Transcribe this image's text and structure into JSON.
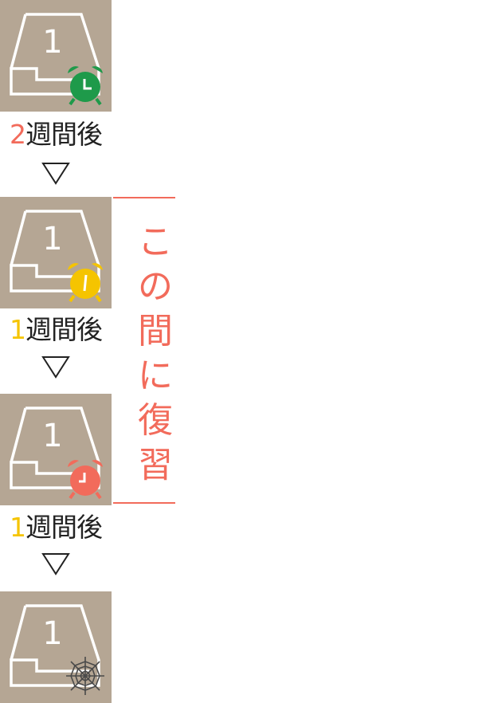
{
  "colors": {
    "tile_bg": "#b5a694",
    "tray_line": "#ffffff",
    "green": "#1e9a4a",
    "yellow": "#f5c400",
    "red": "#f26b5b",
    "web": "#4a4a4a",
    "text": "#222222",
    "accent": "#f26b5b"
  },
  "boxes": [
    {
      "number": "1",
      "badge_icon": "alarm-clock-green-icon"
    },
    {
      "number": "1",
      "badge_icon": "alarm-clock-yellow-icon"
    },
    {
      "number": "1",
      "badge_icon": "alarm-clock-red-icon"
    },
    {
      "number": "1",
      "badge_icon": "spider-web-icon"
    }
  ],
  "intervals": [
    {
      "number": "2",
      "text": "週間後",
      "number_color": "#f26b5b"
    },
    {
      "number": "1",
      "text": "週間後",
      "number_color": "#f5c400"
    },
    {
      "number": "1",
      "text": "週間後",
      "number_color": "#f5c400"
    }
  ],
  "arrow_glyph": "▽",
  "review_label": [
    "こ",
    "の",
    "間",
    "に",
    "復",
    "習"
  ]
}
